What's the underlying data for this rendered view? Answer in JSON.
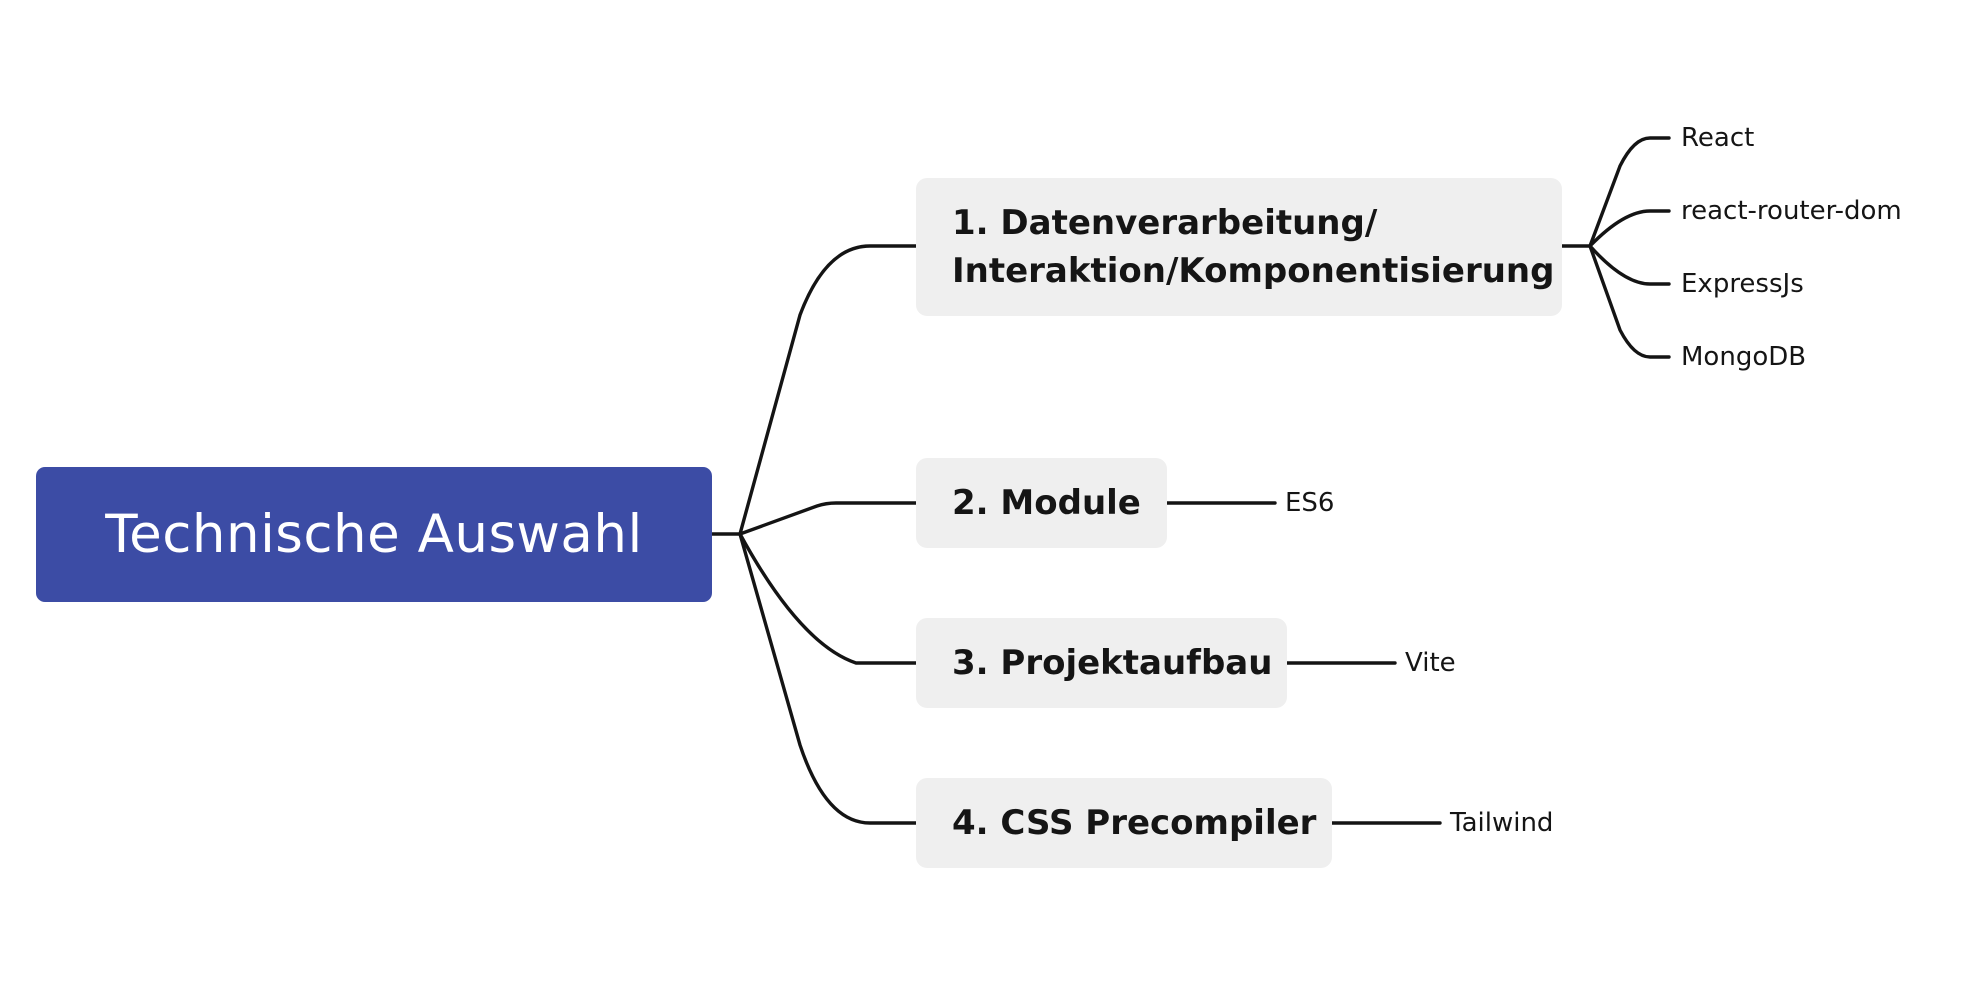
{
  "mindmap": {
    "root": {
      "label": "Technische Auswahl",
      "color": "#3c4ca5"
    },
    "branches": [
      {
        "lines": [
          "1. Datenverarbeitung/",
          "Interaktion/Komponentisierung"
        ],
        "children": [
          "React",
          "react-router-dom",
          "ExpressJs",
          "MongoDB"
        ]
      },
      {
        "lines": [
          "2. Module"
        ],
        "children": [
          "ES6"
        ]
      },
      {
        "lines": [
          "3. Projektaufbau"
        ],
        "children": [
          "Vite"
        ]
      },
      {
        "lines": [
          "4. CSS Precompiler"
        ],
        "children": [
          "Tailwind"
        ]
      }
    ],
    "node_fill": "#efefef",
    "line_color": "#141414"
  }
}
